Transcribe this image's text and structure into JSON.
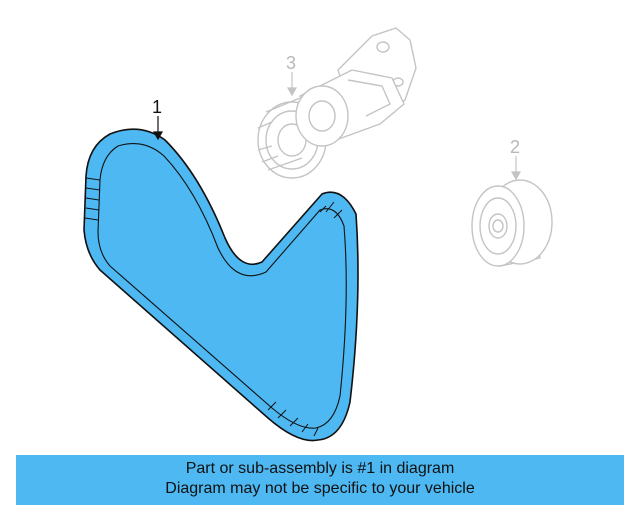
{
  "callouts": {
    "belt": "1",
    "idler": "2",
    "tensioner": "3"
  },
  "caption": {
    "line1": "Part or sub-assembly is #1 in diagram",
    "line2": "Diagram may not be specific to your vehicle"
  },
  "colors": {
    "highlight": "#4DB8F2",
    "outline": "#111111",
    "ghost": "#BFBFBF",
    "caption_bg": "#4DB8F2"
  },
  "icons": {
    "belt": "serpentine-belt-icon",
    "idler": "idler-pulley-icon",
    "tensioner": "belt-tensioner-icon"
  }
}
